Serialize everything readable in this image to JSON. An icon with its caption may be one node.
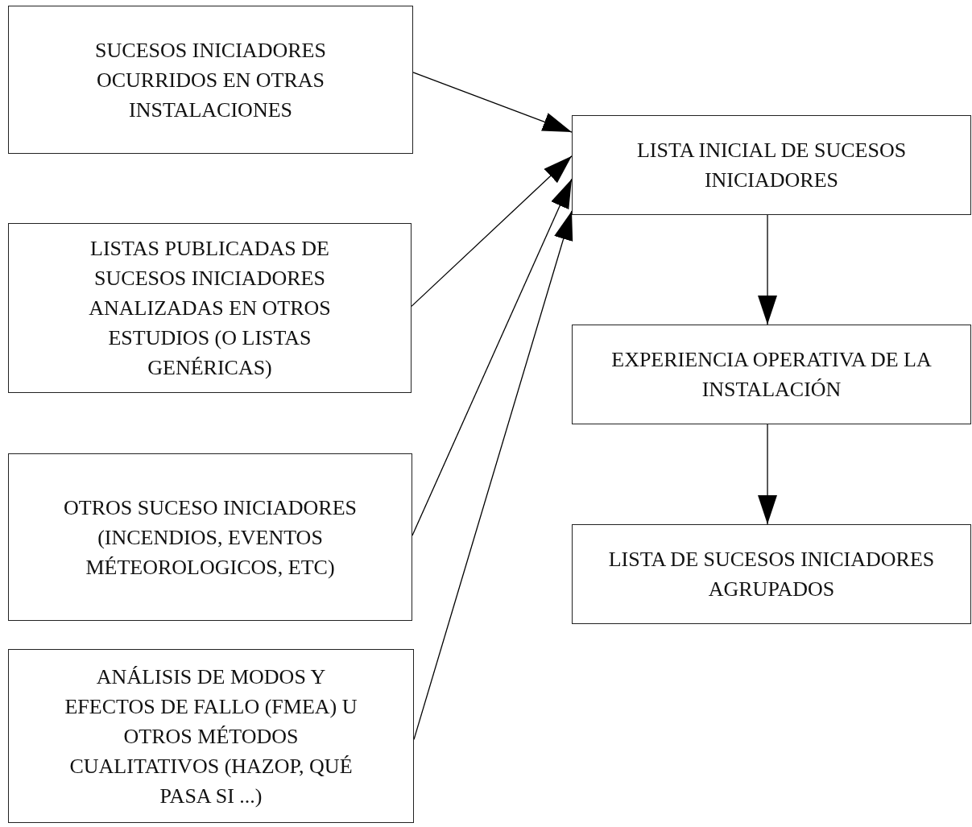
{
  "diagram": {
    "nodes": [
      {
        "text": [
          "SUCESOS INICIADORES OCURRIDOS EN OTRAS INSTALACIONES"
        ]
      },
      {
        "text": [
          "LISTAS PUBLICADAS DE SUCESOS INICIADORES ANALIZADAS EN OTROS ESTUDIOS (O LISTAS GENÉRICAS)"
        ]
      },
      {
        "text": [
          "OTROS SUCESO INICIADORES (INCENDIOS, EVENTOS MÉTEOROLOGICOS, ETC)"
        ]
      },
      {
        "text": [
          "ANÁLISIS DE MODOS Y EFECTOS DE FALLO (FMEA) U OTROS MÉTODOS CUALITATIVOS (HAZOP, QUÉ PASA SI ...)"
        ]
      },
      {
        "text": [
          "LISTA INICIAL DE SUCESOS INICIADORES"
        ]
      },
      {
        "text": [
          "EXPERIENCIA OPERATIVA DE LA INSTALACIÓN"
        ]
      },
      {
        "text": [
          "LISTA DE SUCESOS INICIADORES AGRUPADOS"
        ]
      }
    ],
    "edges": [
      {
        "from": 0,
        "to": 4,
        "arrow": "to"
      },
      {
        "from": 1,
        "to": 4,
        "arrow": "to"
      },
      {
        "from": 2,
        "to": 4,
        "arrow": "to"
      },
      {
        "from": 3,
        "to": 4,
        "arrow": "to"
      },
      {
        "from": 4,
        "to": 5,
        "arrow": "to"
      },
      {
        "from": 5,
        "to": 6,
        "arrow": "to"
      }
    ]
  }
}
